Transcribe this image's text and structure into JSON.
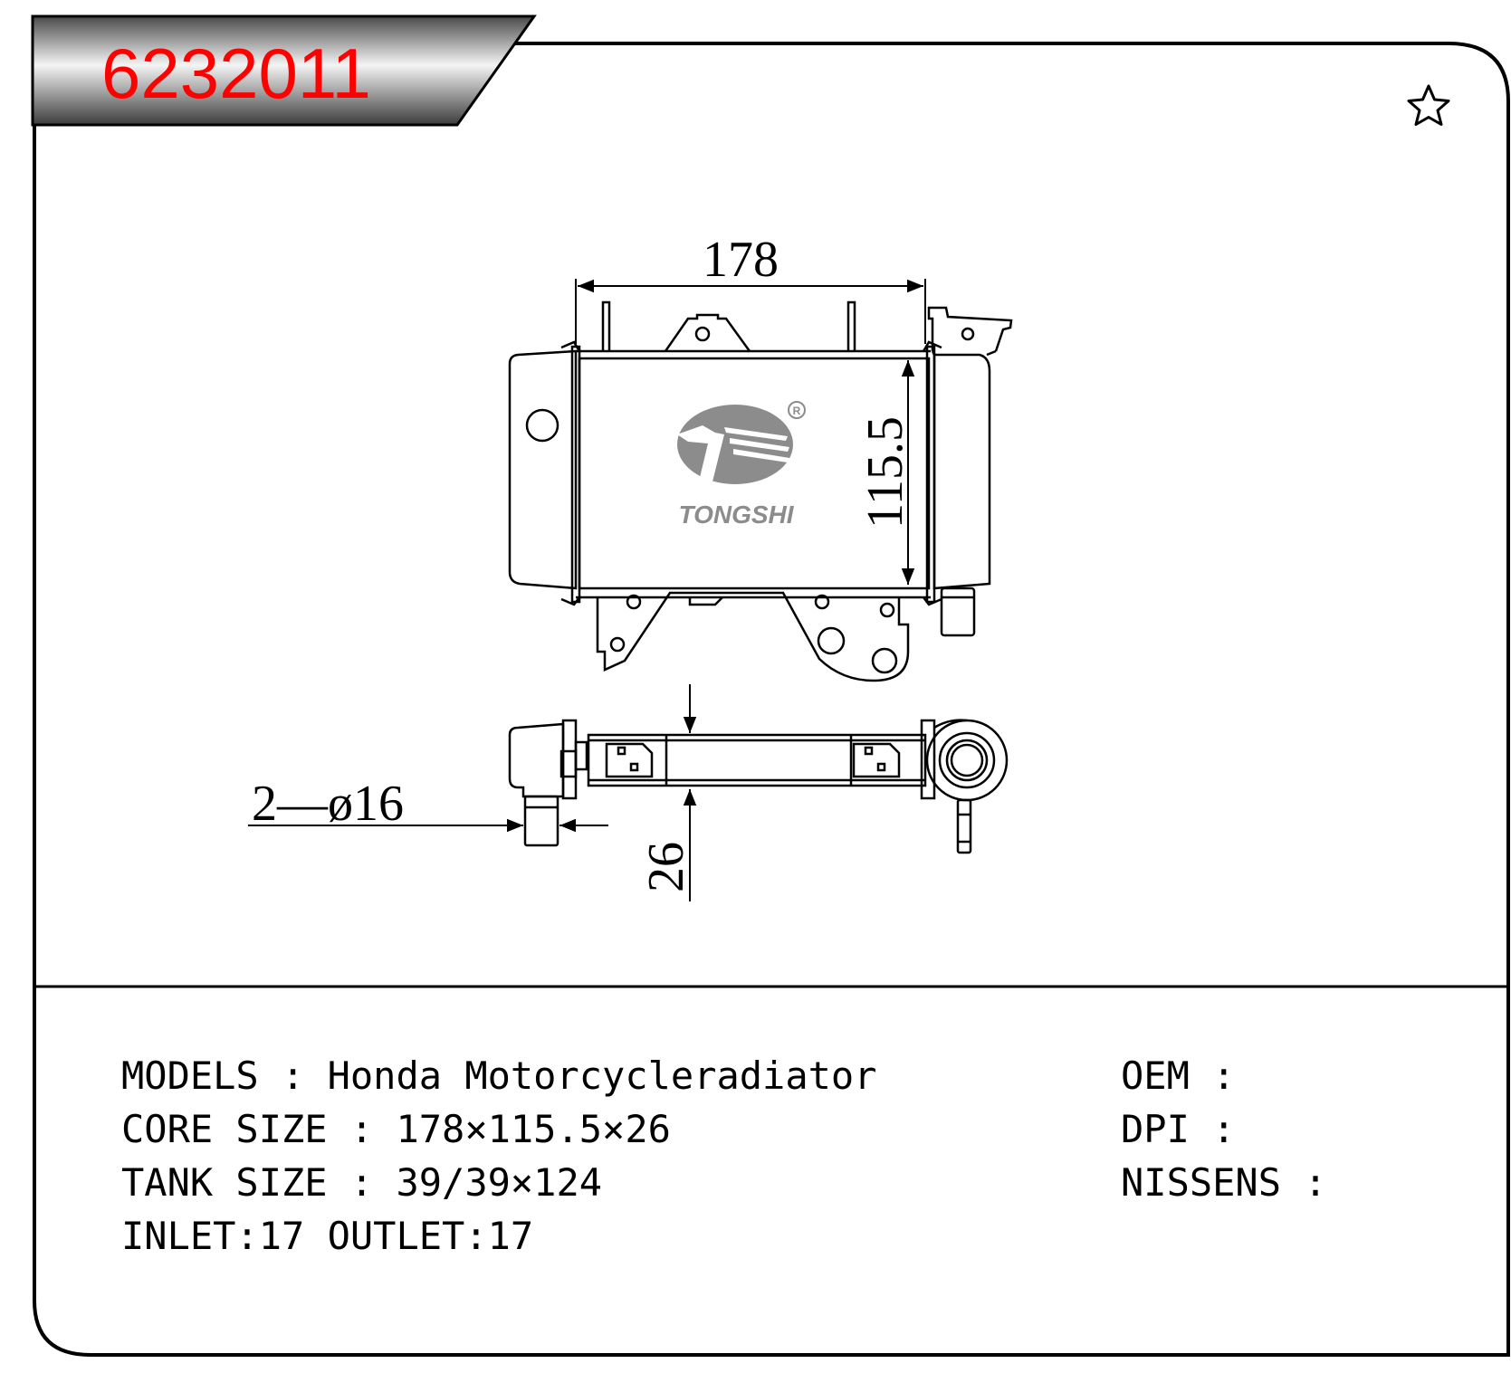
{
  "header": {
    "part_number": "6232011"
  },
  "colors": {
    "part_number": "#ff0000",
    "frame": "#000000",
    "header_gradient_dark": "#5a5a5a",
    "header_gradient_light": "#f2f2f2",
    "logo_gray": "#8c8c8c"
  },
  "icons": {
    "favorite": "star-outline-icon"
  },
  "drawing": {
    "dim_width": "178",
    "dim_height": "115.5",
    "dim_depth": "26",
    "dim_pipe": "2—ø16",
    "logo_text": "TONGSHI",
    "logo_registered": "R"
  },
  "specs": {
    "models_label": "MODELS",
    "models_value": "Honda Motorcycleradiator",
    "core_label": "CORE SIZE",
    "core_value": "178×115.5×26",
    "tank_label": "TANK SIZE",
    "tank_value": "39/39×124",
    "inlet_label": "INLET:",
    "inlet_value": "17",
    "outlet_label": "OUTLET:",
    "outlet_value": "17",
    "oem_label": "OEM",
    "dpi_label": "DPI",
    "nissens_label": "NISSENS",
    "separator": ":"
  }
}
